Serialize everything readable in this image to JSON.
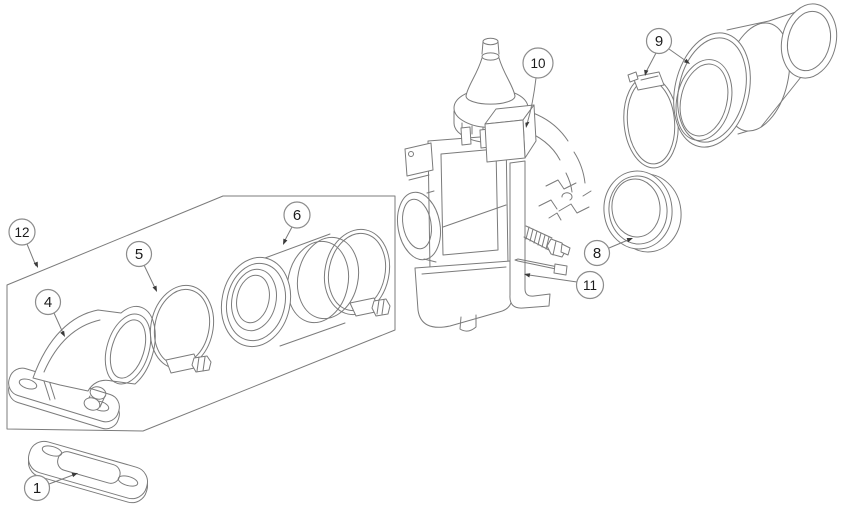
{
  "colors": {
    "background": "#ffffff",
    "line": "#7b7b7b",
    "callout_ring": "#8c8c8c",
    "callout_text": "#1c1c1c",
    "arrow": "#3a3a3a"
  },
  "callouts": {
    "c1": {
      "number": "1"
    },
    "c4": {
      "number": "4"
    },
    "c5": {
      "number": "5"
    },
    "c6": {
      "number": "6"
    },
    "c8": {
      "number": "8"
    },
    "c9": {
      "number": "9"
    },
    "c10": {
      "number": "10"
    },
    "c11": {
      "number": "11"
    },
    "c12": {
      "number": "12"
    }
  }
}
